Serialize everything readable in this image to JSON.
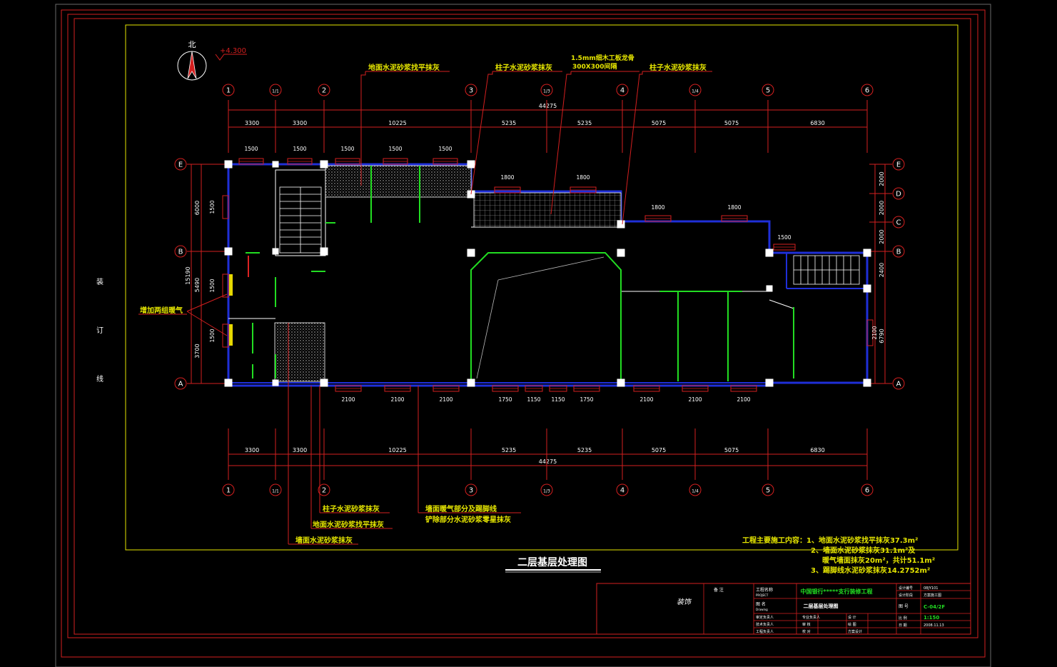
{
  "drawing": {
    "title": "二层基层处理图",
    "north_label": "北",
    "elevation": "+4.300",
    "total_dim": "44275",
    "overall_height": "15190",
    "binding_chars": [
      "装",
      "订",
      "线"
    ],
    "col_grid": [
      {
        "label": "1",
        "dim": "3300"
      },
      {
        "label": "1/1",
        "dim": "3300"
      },
      {
        "label": "2",
        "dim": "10225"
      },
      {
        "label": "3",
        "dim": "5235"
      },
      {
        "label": "1/3",
        "dim": "5235"
      },
      {
        "label": "4",
        "dim": "5075"
      },
      {
        "label": "1/4",
        "dim": "5075"
      },
      {
        "label": "5",
        "dim": "6830"
      },
      {
        "label": "6",
        "dim": ""
      }
    ],
    "row_grid_left": [
      {
        "label": "E",
        "dim": "6000"
      },
      {
        "label": "B",
        "dim": "5490"
      },
      {
        "label": "A",
        "dim": "3700"
      }
    ],
    "row_grid_right": [
      {
        "label": "E",
        "dim": "2000"
      },
      {
        "label": "D",
        "dim": "2000"
      },
      {
        "label": "C",
        "dim": "2000"
      },
      {
        "label": "B",
        "dim": "2400"
      },
      {
        "label": "A",
        "dim": "6790"
      }
    ],
    "windows_top": [
      "1500",
      "1500",
      "1500",
      "1500",
      "1500"
    ],
    "windows_mid": [
      "1800",
      "1800"
    ],
    "windows_right": [
      "1800",
      "1800",
      "1500"
    ],
    "windows_bottom": [
      "2100",
      "2100",
      "2100",
      "1750",
      "1150",
      "1150",
      "1750",
      "2100",
      "2100",
      "2100"
    ],
    "windows_left": [
      "1500",
      "1500",
      "1500"
    ],
    "windows_side": [
      "2100"
    ],
    "annotations": {
      "floor_top": "地面水泥砂浆找平抹灰",
      "column_1": "柱子水泥砂浆抹灰",
      "ceiling_1": "1.5mm细木工板龙骨",
      "ceiling_2": "300X300间隔",
      "column_2": "柱子水泥砂浆抹灰",
      "heating": "增加两组暖气",
      "column_bottom": "柱子水泥砂浆抹灰",
      "floor_bottom": "地面水泥砂浆找平抹灰",
      "wall_bottom": "墙面水泥砂浆抹灰",
      "baseboard_1": "墙面暖气部分及踢脚线",
      "baseboard_2": "铲除部分水泥砂浆零星抹灰"
    },
    "notes": {
      "line1": "工程主要施工内容：1、地面水泥砂浆找平抹灰37.3m²",
      "line2": "2、墙面水泥砂浆抹灰31.1m²及",
      "line3": "暖气墙面抹灰20m²，共计51.1m²",
      "line4": "3、踢脚线水泥砂浆抹灰14.2752m²"
    },
    "title_block": {
      "project_label": "工程名称",
      "project_sub": "PROJECT",
      "project_name": "中国银行*****支行装修工程",
      "drawing_label": "图  名",
      "drawing_sub": "Drawing",
      "drawing_name": "二层基层处理图",
      "design_no_label": "设计编号",
      "design_no": "08JY101",
      "stage_label": "设计阶段",
      "stage": "方案施工图",
      "sheet_label": "图  号",
      "sheet": "C-04/2F",
      "scale_label": "比  例",
      "scale": "1:150",
      "date_label": "日  期",
      "date": "2008.11.13",
      "remark": "备  注",
      "row1": [
        "审定负责人",
        "专业负责人",
        "设  计"
      ],
      "row2": [
        "技术负责人",
        "审  核",
        "绘  图"
      ],
      "row3": [
        "工程负责人",
        "校  对",
        "方案设计"
      ],
      "company_mark": "装饰"
    }
  }
}
